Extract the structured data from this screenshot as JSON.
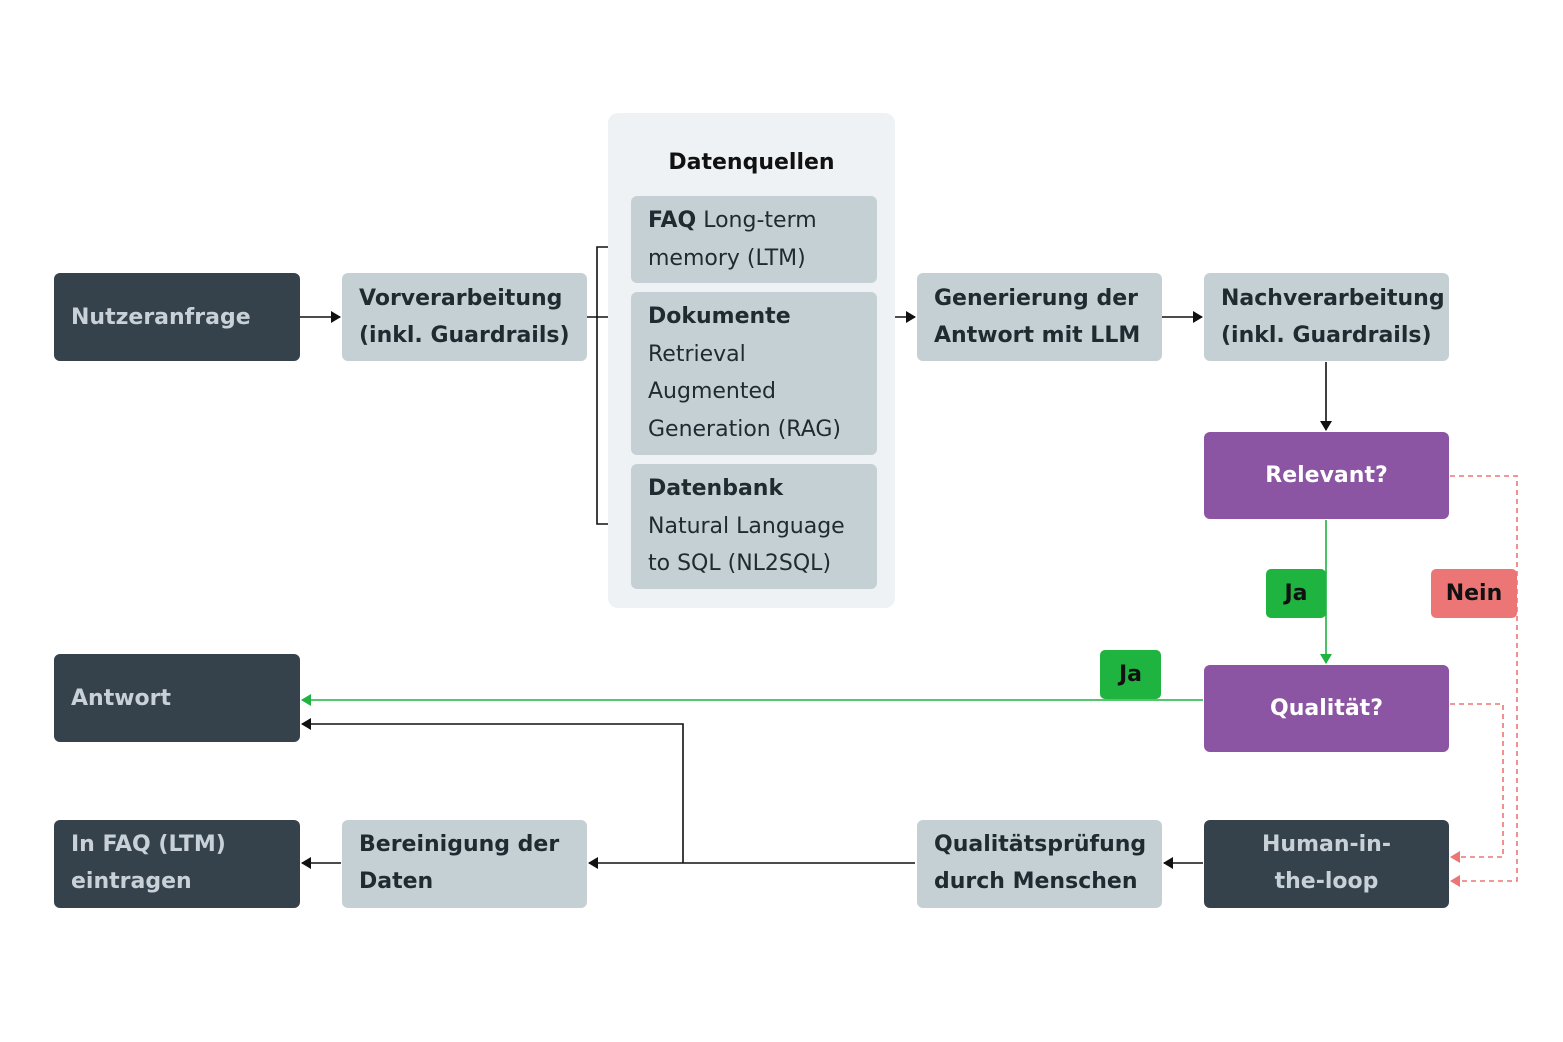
{
  "colors": {
    "dark_box": "#36424b",
    "light_box": "#c5d0d5",
    "decision_box": "#8b55a4",
    "group_background": "#eff2f4",
    "yes_path": "#1fb33f",
    "no_path": "#ec7676",
    "arrow": "#111111"
  },
  "nodes": {
    "user_request": "Nutzeranfrage",
    "preprocessing": [
      "Vorverarbeitung",
      "(inkl. Guardrails)"
    ],
    "generation": [
      "Generierung der",
      "Antwort mit LLM"
    ],
    "postprocessing": [
      "Nachverarbeitung",
      "(inkl. Guardrails)"
    ],
    "relevant": "Relevant?",
    "quality": "Qualität?",
    "answer": "Antwort",
    "faq_entry": [
      "In FAQ (LTM)",
      "eintragen"
    ],
    "data_cleaning": [
      "Bereinigung der",
      "Daten"
    ],
    "human_review": [
      "Qualitätsprüfung",
      "durch Menschen"
    ],
    "human_in_the_loop": [
      "Human-in-",
      "the-loop"
    ]
  },
  "data_sources": {
    "title": "Datenquellen",
    "items": [
      {
        "keyword": "FAQ",
        "lines": [
          " Long-term",
          "memory (LTM)"
        ]
      },
      {
        "keyword": "Dokumente",
        "lines": [
          "Retrieval",
          "Augmented",
          "Generation (RAG)"
        ]
      },
      {
        "keyword": "Datenbank",
        "lines": [
          "Natural Language",
          "to SQL (NL2SQL)"
        ]
      }
    ]
  },
  "edge_labels": {
    "relevant_yes": "Ja",
    "relevant_no": "Nein",
    "quality_yes": "Ja"
  },
  "icons": [
    "arrowhead-icon"
  ]
}
